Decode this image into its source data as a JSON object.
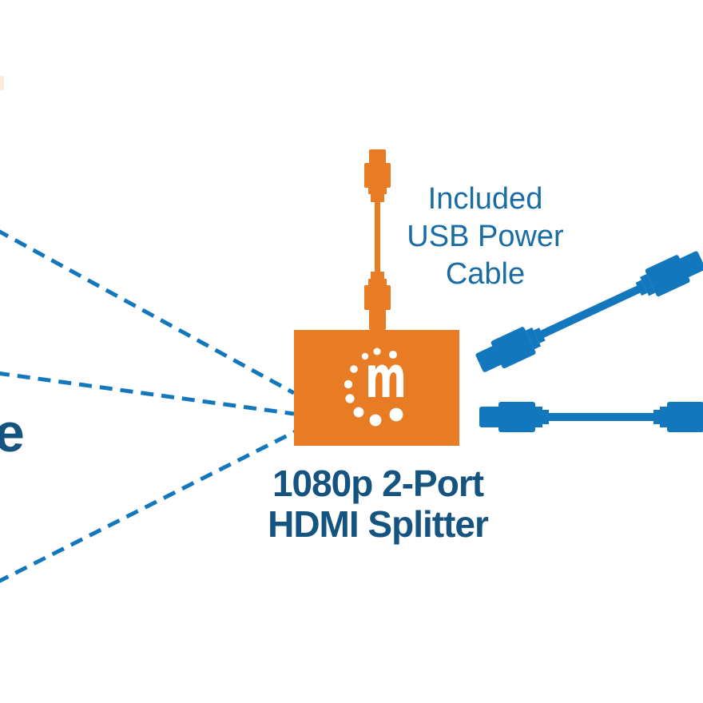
{
  "colors": {
    "brand_orange": "#E87C25",
    "cable_blue": "#1377BD",
    "note_blue": "#1A6CA4",
    "title_navy": "#155380",
    "white": "#FFFFFF"
  },
  "diagram": {
    "usb_note": "Included\nUSB Power\nCable",
    "product_title": "1080p 2-Port\nHDMI Splitter",
    "cutoff_left_text": "e",
    "logo_letter": "m"
  },
  "icons": {
    "brand_logo": "manhattan-dotted-m-logo",
    "usb_cable": "usb-power-cable",
    "hdmi_cable_top": "hdmi-cable",
    "hdmi_cable_bottom": "hdmi-cable",
    "connection_lines": "dashed-connection-line"
  }
}
